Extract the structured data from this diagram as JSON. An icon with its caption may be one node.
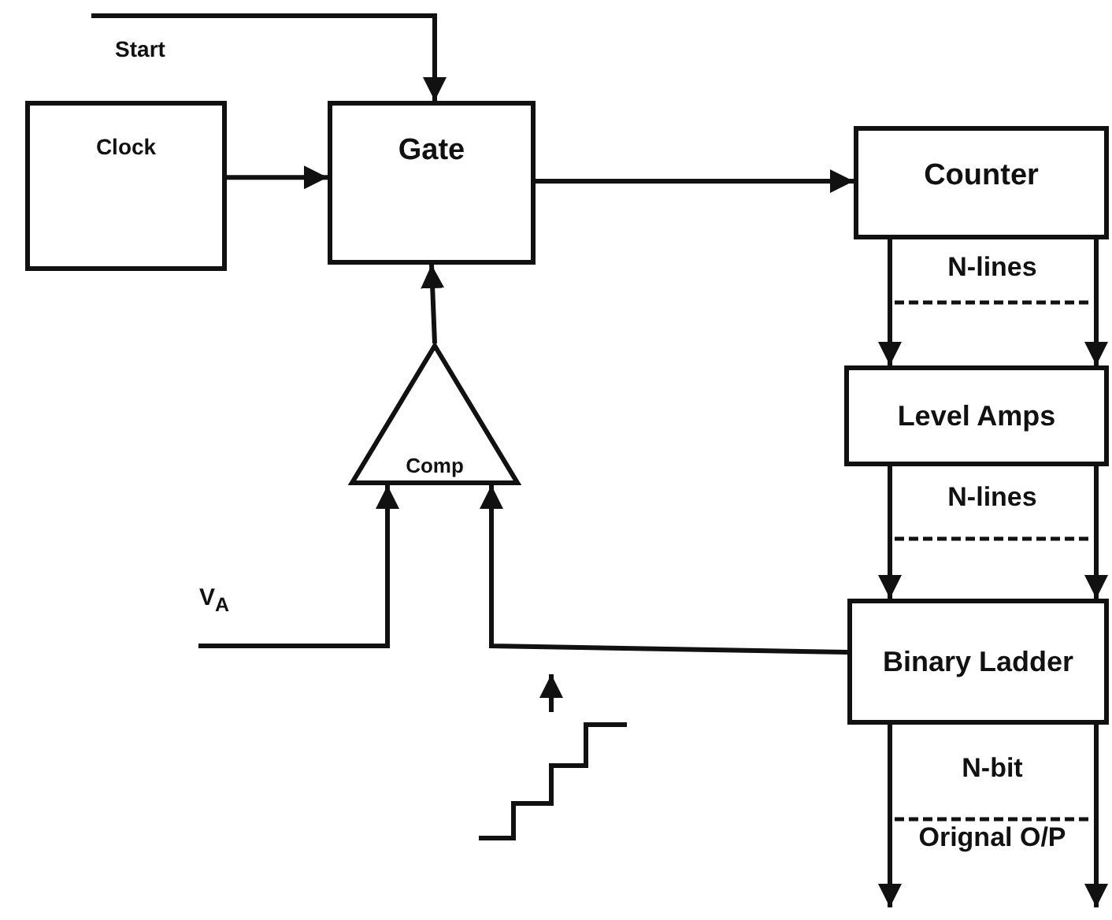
{
  "diagram": {
    "nodes": [
      {
        "text": [
          "Start"
        ]
      },
      {
        "text": [
          "Clock"
        ]
      },
      {
        "text": [
          "Gate"
        ]
      },
      {
        "text": [
          "Counter"
        ]
      },
      {
        "text": [
          "Level Amps"
        ]
      },
      {
        "text": [
          "Binary Ladder"
        ]
      },
      {
        "text": [
          "Comp"
        ]
      },
      {
        "text": [
          "V$_{A}$"
        ]
      }
    ],
    "edges": [
      {
        "from": 0,
        "to": 2,
        "arrow": "to"
      },
      {
        "from": 1,
        "to": 2,
        "arrow": "to"
      },
      {
        "from": 2,
        "to": 3,
        "arrow": "to"
      },
      {
        "from": 3,
        "to": 4,
        "arrow": "to"
      },
      {
        "from": 3,
        "to": 4,
        "arrow": "to"
      },
      {
        "from": 4,
        "to": 5,
        "arrow": "to"
      },
      {
        "from": 4,
        "to": 5,
        "arrow": "to"
      },
      {
        "from": 6,
        "to": 2,
        "arrow": "to"
      },
      {
        "from": 7,
        "to": 6,
        "arrow": "to"
      },
      {
        "from": 5,
        "to": 6,
        "arrow": "to"
      },
      {
        "from": 5,
        "to": null,
        "arrow": "to"
      },
      {
        "from": 5,
        "to": null,
        "arrow": "to"
      }
    ],
    "labels": [
      "N-lines",
      "N-lines",
      "N-bit",
      "Orignal O/P"
    ]
  }
}
